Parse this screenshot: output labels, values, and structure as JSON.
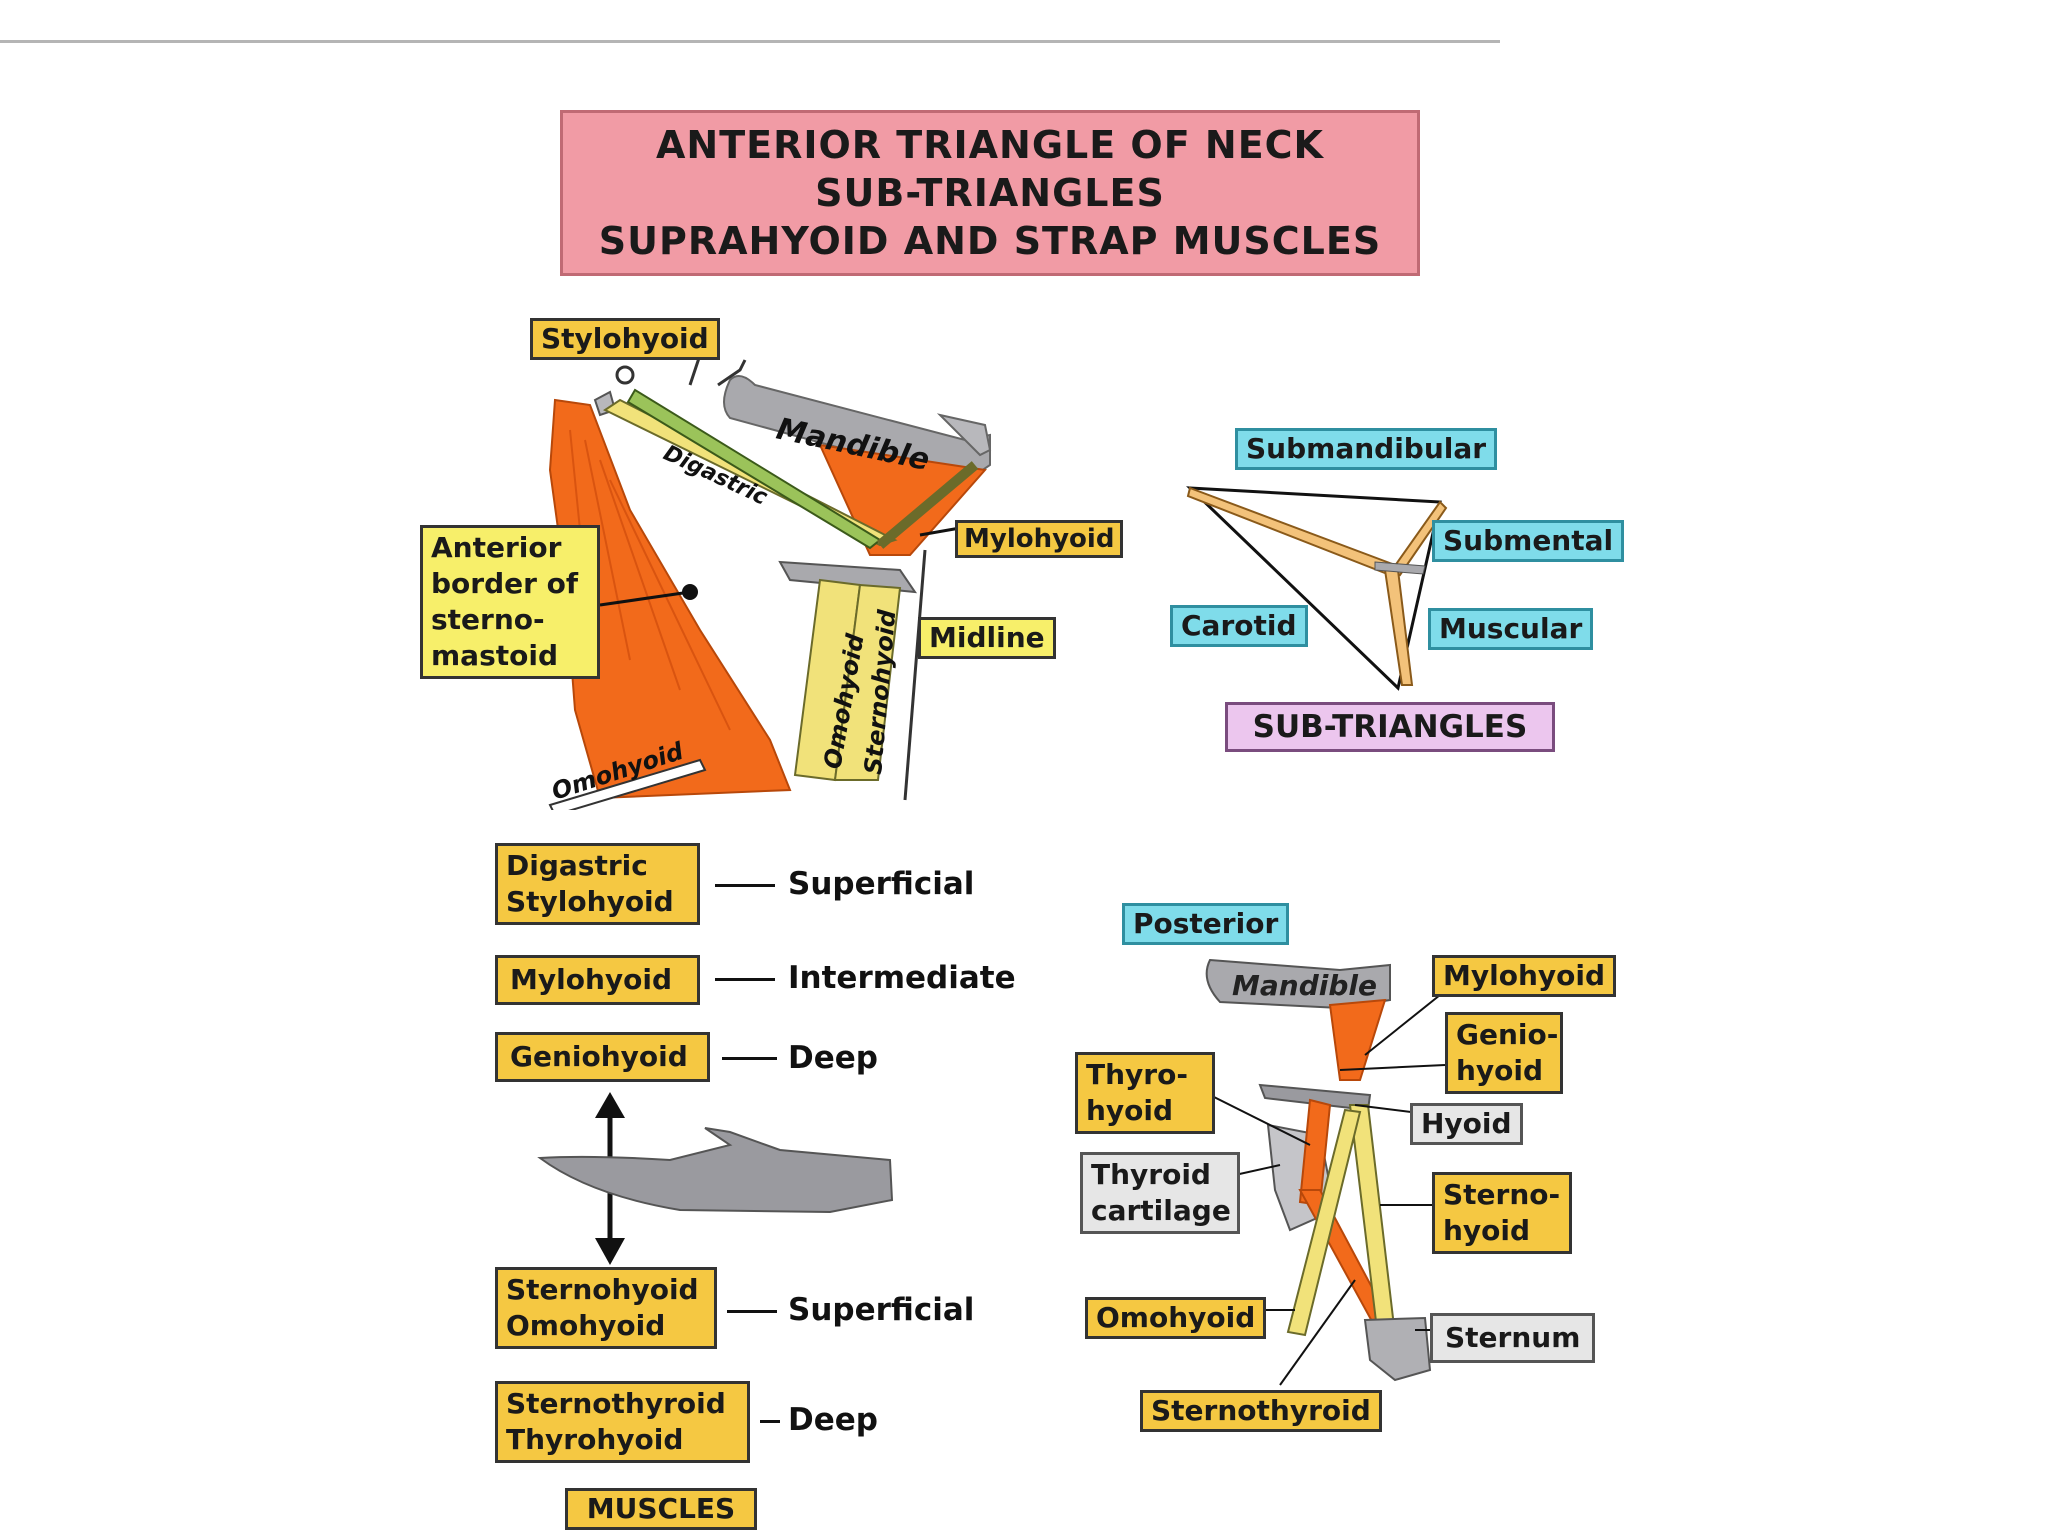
{
  "title": {
    "line1": "ANTERIOR TRIANGLE OF NECK",
    "line2": "SUB-TRIANGLES",
    "line3": "SUPRAHYOID AND STRAP MUSCLES"
  },
  "top_left": {
    "stylohyoid": "Stylohyoid",
    "mandible": "Mandible",
    "digastric": "Digastric",
    "mylohyoid": "Mylohyoid",
    "anterior_border": "Anterior border of sterno-mastoid",
    "midline": "Midline",
    "omohyoid_strap": "Omohyoid",
    "sternohyoid_strap": "Sternohyoid",
    "omohyoid_low": "Omohyoid"
  },
  "sub_triangles": {
    "submandibular": "Submandibular",
    "submental": "Submental",
    "carotid": "Carotid",
    "muscular": "Muscular",
    "caption": "SUB-TRIANGLES"
  },
  "muscles": {
    "suprahyoid": [
      {
        "label": "Digastric\nStylohyoid",
        "layer": "Superficial"
      },
      {
        "label": "Mylohyoid",
        "layer": "Intermediate"
      },
      {
        "label": "Geniohyoid",
        "layer": "Deep"
      }
    ],
    "infrahyoid": [
      {
        "label": "Sternohyoid\nOmohyoid",
        "layer": "Superficial"
      },
      {
        "label": "Sternothyroid\nThyrohyoid",
        "layer": "Deep"
      }
    ],
    "caption": "MUSCLES"
  },
  "bottom_right": {
    "posterior": "Posterior",
    "mandible": "Mandible",
    "mylohyoid": "Mylohyoid",
    "geniohyoid": "Genio-\nhyoid",
    "thyrohyoid": "Thyro-\nhyoid",
    "hyoid": "Hyoid",
    "thyroid_cartilage": "Thyroid\ncartilage",
    "sternohyoid": "Sterno-\nhyoid",
    "omohyoid": "Omohyoid",
    "sternum": "Sternum",
    "sternothyroid": "Sternothyroid"
  },
  "colors": {
    "title_bg": "#f19ba5",
    "muscle_label": "#f5c842",
    "region_label": "#7fdcea",
    "caption_pink": "#ecc6ee",
    "bone_label": "#e6e6e6",
    "muscle_fill": "#f26a1b",
    "strap_fill": "#f1e27a",
    "bone_fill": "#a9a9ad"
  }
}
